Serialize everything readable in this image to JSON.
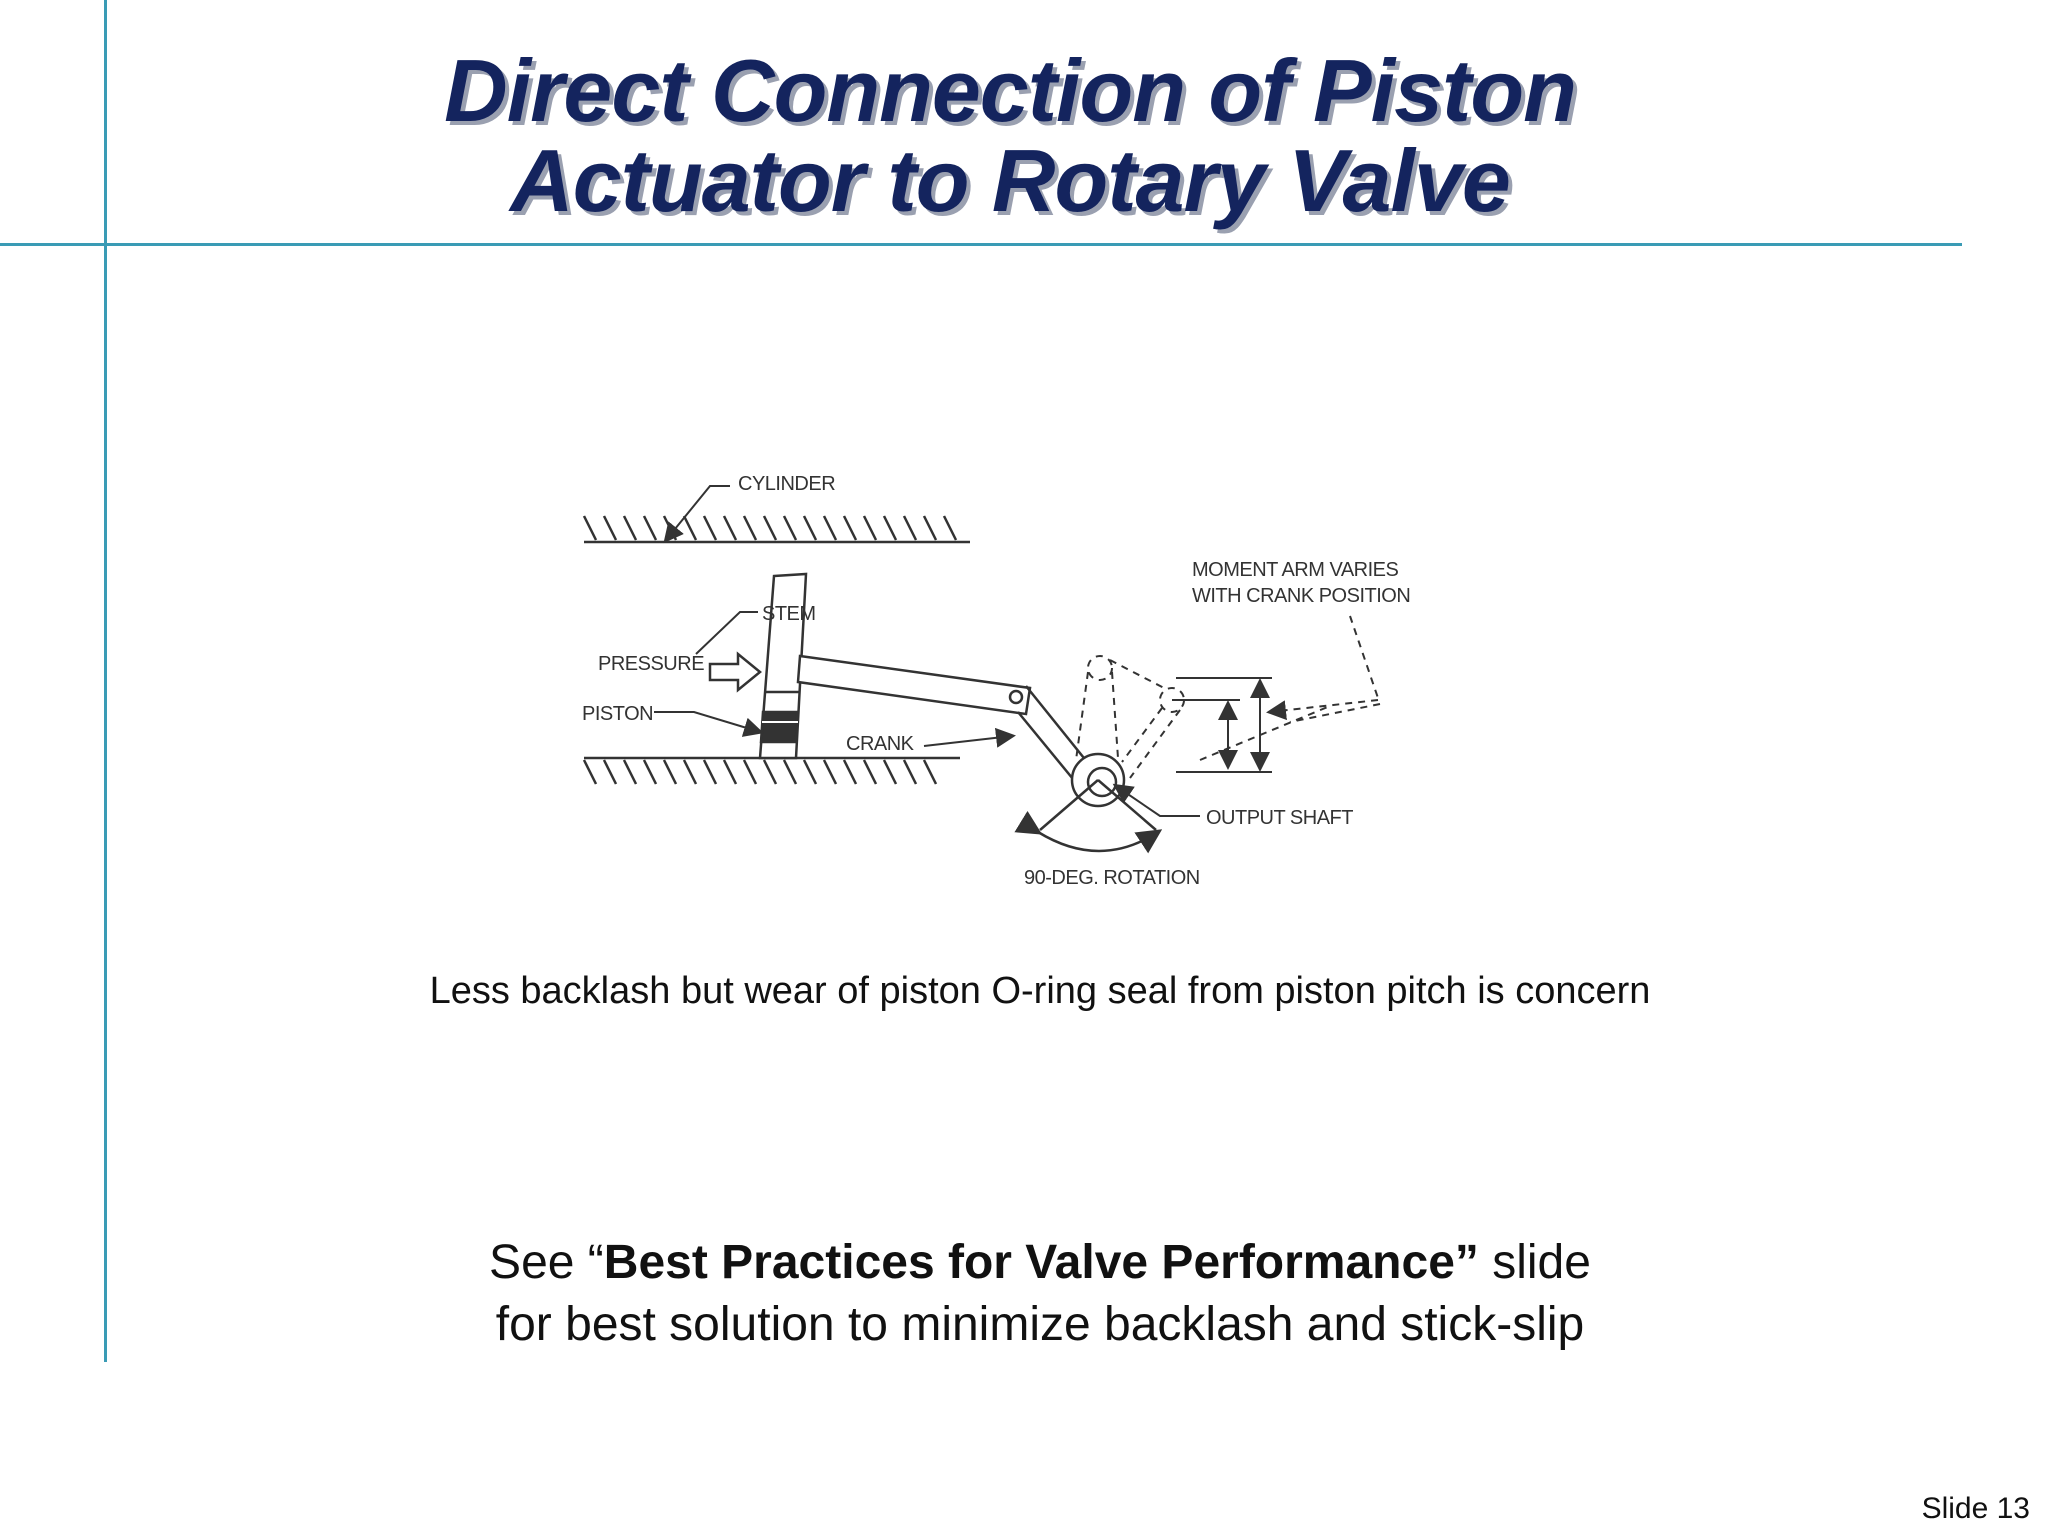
{
  "slide": {
    "title_line1": "Direct Connection of Piston",
    "title_line2": "Actuator to Rotary Valve",
    "caption": "Less backlash but wear of piston O-ring seal from piston pitch is concern",
    "note_line1_prefix": "See “",
    "note_line1_bold": "Best Practices for Valve Performance”",
    "note_line1_suffix": " slide",
    "note_line2": "for best solution to minimize backlash and stick-slip",
    "slide_number": "Slide 13"
  },
  "diagram": {
    "labels": {
      "cylinder": "CYLINDER",
      "stem": "STEM",
      "moment_arm_1": "MOMENT ARM VARIES",
      "moment_arm_2": "WITH CRANK POSITION",
      "pressure": "PRESSURE",
      "piston": "PISTON",
      "crank": "CRANK",
      "output_shaft": "OUTPUT SHAFT",
      "rotation": "90-DEG. ROTATION"
    },
    "colors": {
      "line": "#333333",
      "title": "#14245e",
      "rule": "#3a9bb5"
    }
  }
}
